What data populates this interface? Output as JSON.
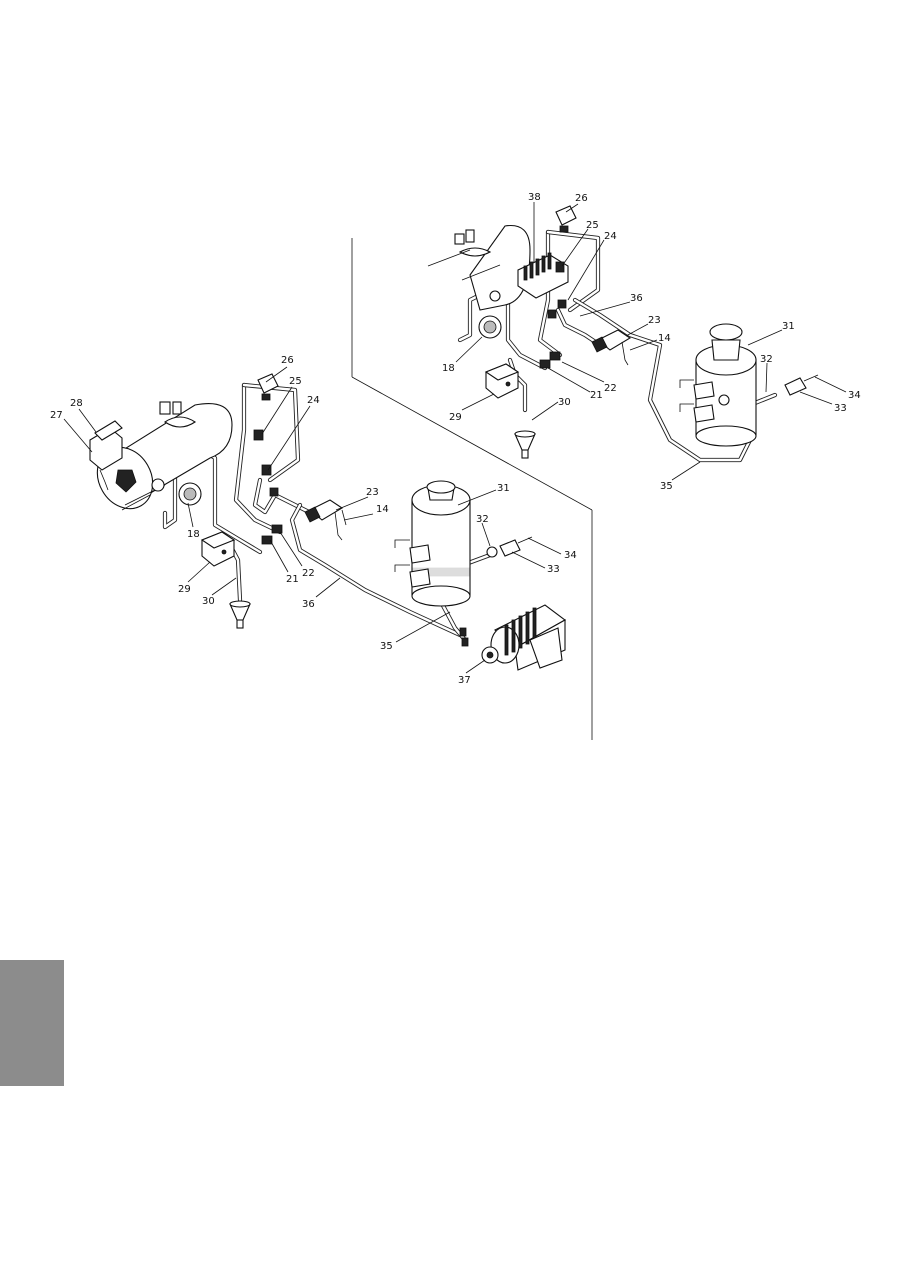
{
  "page": {
    "side_tab_color": "#8c8c8c",
    "line_color": "#111111"
  },
  "left_view": {
    "labels": {
      "l28": "28",
      "l27": "27",
      "l26": "26",
      "l25": "25",
      "l24": "24",
      "l23": "23",
      "l14": "14",
      "l18": "18",
      "l29": "29",
      "l30": "30",
      "l21": "21",
      "l22": "22",
      "l36": "36",
      "l31": "31",
      "l32": "32",
      "l34": "34",
      "l33": "33",
      "l35": "35",
      "l37": "37"
    }
  },
  "right_view": {
    "labels": {
      "l38": "38",
      "l26": "26",
      "l25": "25",
      "l24": "24",
      "l36": "36",
      "l23": "23",
      "l14": "14",
      "l31": "31",
      "l32": "32",
      "l18": "18",
      "l22": "22",
      "l21": "21",
      "l29": "29",
      "l30": "30",
      "l34": "34",
      "l33": "33",
      "l35": "35"
    }
  }
}
